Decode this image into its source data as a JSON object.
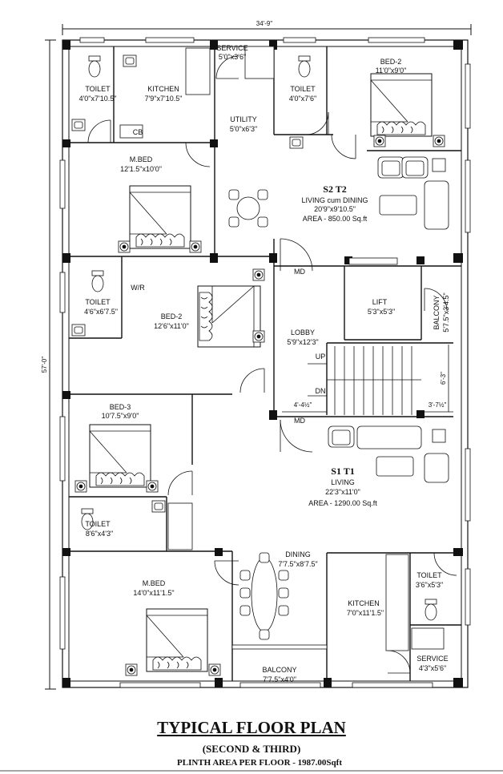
{
  "dimensions": {
    "overall_width": "34'-9\"",
    "overall_depth": "57'-0\"",
    "stair_left": "4'-4½\"",
    "stair_right": "3'-7½\"",
    "stair_side": "6'-3\""
  },
  "flats": {
    "s2t2": {
      "name": "S2  T2",
      "title": "LIVING cum DINING",
      "size": "20'9\"x9'10.5\"",
      "area": "AREA - 850.00 Sq.ft"
    },
    "s1t1": {
      "name": "S1  T1",
      "title": "LIVING",
      "size": "22'3\"x11'0\"",
      "area": "AREA - 1290.00 Sq.ft"
    }
  },
  "rooms": {
    "toilet1": {
      "name": "TOILET",
      "size": "4'0\"x7'10.5\""
    },
    "kitchen1": {
      "name": "KITCHEN",
      "size": "7'9\"x7'10.5\""
    },
    "cb": {
      "name": "CB"
    },
    "service1": {
      "name": "SERVICE",
      "size": "5'0\"x3'6\""
    },
    "utility": {
      "name": "UTILITY",
      "size": "5'0\"x6'3\""
    },
    "toilet2": {
      "name": "TOILET",
      "size": "4'0\"x7'6\""
    },
    "bed2a": {
      "name": "BED-2",
      "size": "11'0\"x9'0\""
    },
    "mbed1": {
      "name": "M.BED",
      "size": "12'1.5\"x10'0\""
    },
    "toilet3": {
      "name": "TOILET",
      "size": "4'6\"x6'7.5\""
    },
    "wr": {
      "name": "W/R"
    },
    "bed2b": {
      "name": "BED-2",
      "size": "12'6\"x11'0\""
    },
    "md1": {
      "name": "MD"
    },
    "md2": {
      "name": "MD"
    },
    "lift": {
      "name": "LIFT",
      "size": "5'3\"x5'3\""
    },
    "balcony1": {
      "name": "BALCONY",
      "size": "5'7.5\"x3'4.5\""
    },
    "lobby": {
      "name": "LOBBY",
      "size": "5'9\"x12'3\""
    },
    "up": {
      "name": "UP"
    },
    "dn": {
      "name": "DN"
    },
    "bed3": {
      "name": "BED-3",
      "size": "10'7.5\"x9'0\""
    },
    "toilet4": {
      "name": "TOILET",
      "size": "8'6\"x4'3\""
    },
    "dining": {
      "name": "DINING",
      "size": "7'7.5\"x8'7.5\""
    },
    "toilet5": {
      "name": "TOILET",
      "size": "3'6\"x5'3\""
    },
    "mbed2": {
      "name": "M.BED",
      "size": "14'0\"x11'1.5\""
    },
    "kitchen2": {
      "name": "KITCHEN",
      "size": "7'0\"x11'1.5\""
    },
    "service2": {
      "name": "SERVICE",
      "size": "4'3\"x5'6\""
    },
    "balcony2": {
      "name": "BALCONY",
      "size": "7'7.5\"x4'0\""
    }
  },
  "footer": {
    "title": "TYPICAL FLOOR PLAN",
    "subtitle": "(SECOND & THIRD)",
    "plinth": "PLINTH AREA PER FLOOR - 1987.00Sqft"
  }
}
